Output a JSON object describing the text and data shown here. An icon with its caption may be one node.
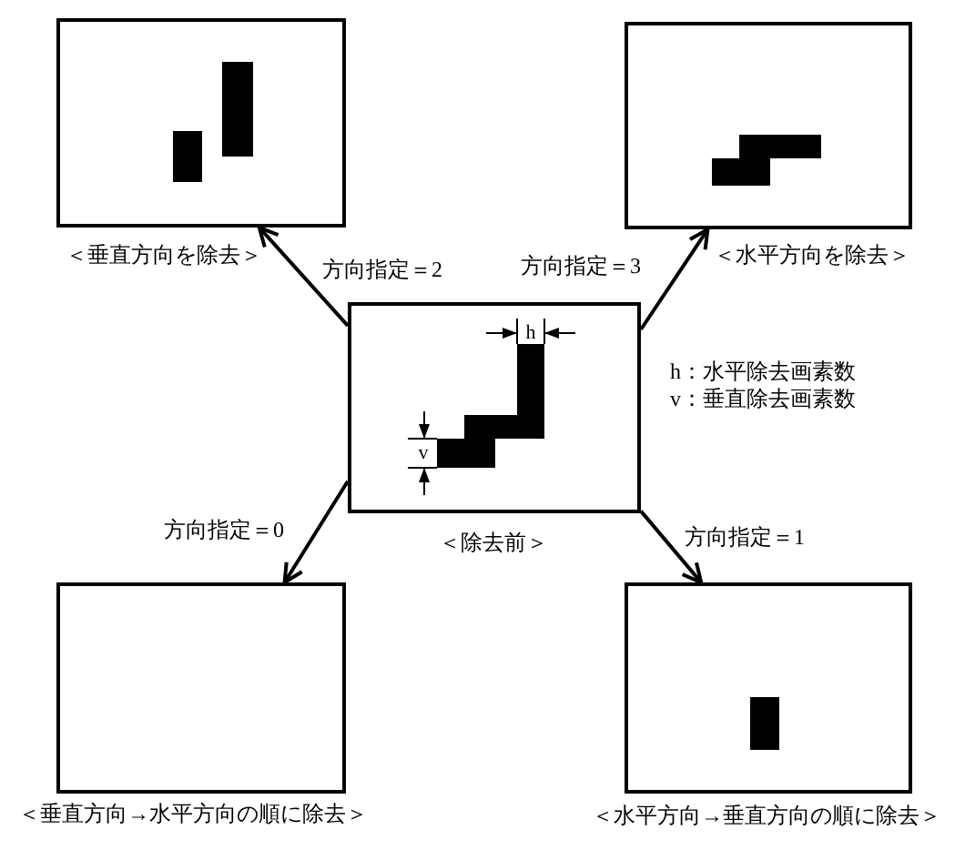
{
  "diagram": {
    "nodes": [
      {
        "text": [],
        "shape": "box",
        "beside": [
          "＜垂直方向を除去＞"
        ]
      },
      {
        "text": [],
        "shape": "box",
        "beside": [
          "＜水平方向を除去＞"
        ]
      },
      {
        "text": [],
        "shape": "box",
        "beside": [
          "＜除去前＞"
        ]
      },
      {
        "text": [],
        "shape": "box",
        "beside": [
          "＜垂直方向→水平方向の順に除去＞"
        ]
      },
      {
        "text": [],
        "shape": "box",
        "beside": [
          "＜水平方向→垂直方向の順に除去＞"
        ]
      }
    ],
    "edges": [
      {
        "from": 2,
        "to": 0,
        "arrow": "to",
        "label": "方向指定＝2"
      },
      {
        "from": 2,
        "to": 1,
        "arrow": "to",
        "label": "方向指定＝3"
      },
      {
        "from": 2,
        "to": 3,
        "arrow": "to",
        "label": "方向指定＝0"
      },
      {
        "from": 2,
        "to": 4,
        "arrow": "to",
        "label": "方向指定＝1"
      }
    ],
    "labels": [
      "h",
      "h：水平除去画素数",
      "v：垂直除去画素数",
      "v"
    ]
  }
}
